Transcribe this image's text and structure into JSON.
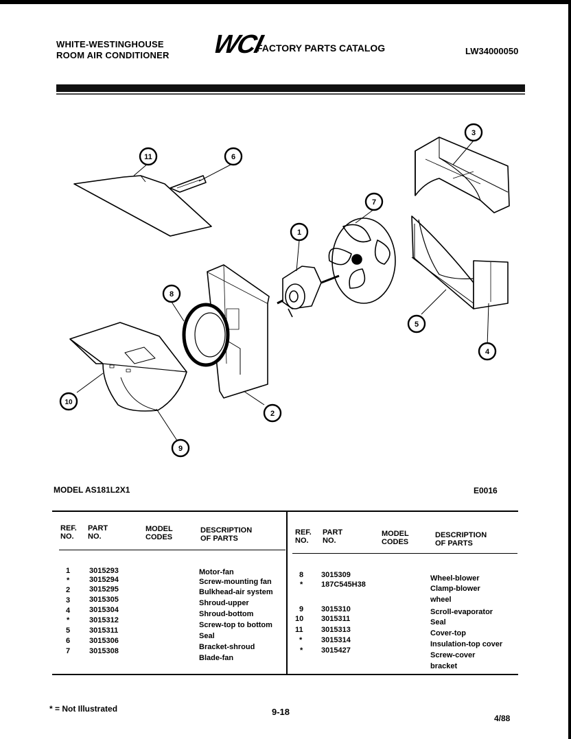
{
  "header": {
    "brand_line1": "WHITE-WESTINGHOUSE",
    "brand_line2": "ROOM AIR CONDITIONER",
    "logo": "WCI",
    "catalog_title": "FACTORY PARTS CATALOG",
    "catalog_number": "LW34000050"
  },
  "diagram": {
    "callouts": [
      "11",
      "6",
      "3",
      "7",
      "1",
      "8",
      "5",
      "4",
      "10",
      "2",
      "9"
    ]
  },
  "model_line": "MODEL AS181L2X1",
  "diagram_code": "E0016",
  "table": {
    "headers": {
      "ref": "REF.",
      "ref2": "NO.",
      "part": "PART",
      "part2": "NO.",
      "model": "MODEL",
      "model2": "CODES",
      "desc": "DESCRIPTION",
      "desc2": "OF PARTS"
    },
    "left_rows": [
      {
        "ref": "1",
        "part": "3015293",
        "desc": "Motor-fan"
      },
      {
        "ref": "*",
        "part": "3015294",
        "desc": "Screw-mounting fan"
      },
      {
        "ref": "2",
        "part": "3015295",
        "desc": "Bulkhead-air system"
      },
      {
        "ref": "3",
        "part": "3015305",
        "desc": "Shroud-upper"
      },
      {
        "ref": "4",
        "part": "3015304",
        "desc": "Shroud-bottom"
      },
      {
        "ref": "*",
        "part": "3015312",
        "desc": "Screw-top to bottom"
      },
      {
        "ref": "5",
        "part": "3015311",
        "desc": "Seal"
      },
      {
        "ref": "6",
        "part": "3015306",
        "desc": "Bracket-shroud"
      },
      {
        "ref": "7",
        "part": "3015308",
        "desc": "Blade-fan"
      }
    ],
    "right_rows": [
      {
        "ref": "8",
        "part": "3015309",
        "desc": "Wheel-blower"
      },
      {
        "ref": "*",
        "part": "187C545H38",
        "desc": "Clamp-blower"
      },
      {
        "ref": "",
        "part": "",
        "desc": "wheel"
      },
      {
        "ref": "9",
        "part": "3015310",
        "desc": "Scroll-evaporator"
      },
      {
        "ref": "10",
        "part": "3015311",
        "desc": "Seal"
      },
      {
        "ref": "11",
        "part": "3015313",
        "desc": "Cover-top"
      },
      {
        "ref": "*",
        "part": "3015314",
        "desc": "Insulation-top cover"
      },
      {
        "ref": "*",
        "part": "3015427",
        "desc": "Screw-cover"
      },
      {
        "ref": "",
        "part": "",
        "desc": "bracket"
      }
    ]
  },
  "footnote": "* = Not Illustrated",
  "page_number": "9-18",
  "date": "4/88"
}
